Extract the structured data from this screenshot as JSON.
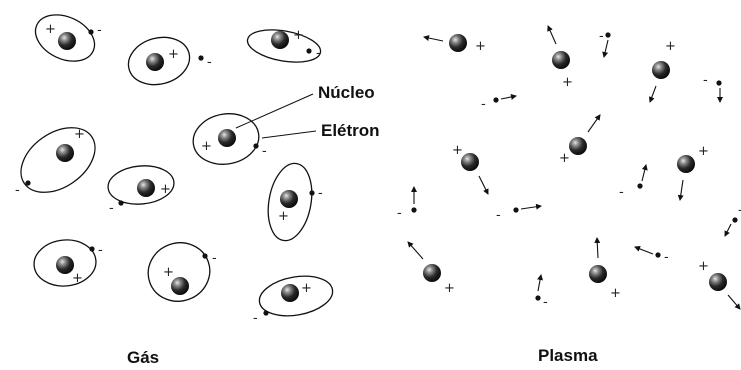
{
  "labels": {
    "nucleus": "Núcleo",
    "electron": "Elétron",
    "gas": "Gás",
    "plasma": "Plasma",
    "plus": "+",
    "minus": "-"
  },
  "colors": {
    "ink": "#111111",
    "nucleus_dark": "#1a1a1a",
    "nucleus_highlight": "#e6e6e6",
    "background": "#ffffff"
  }
}
